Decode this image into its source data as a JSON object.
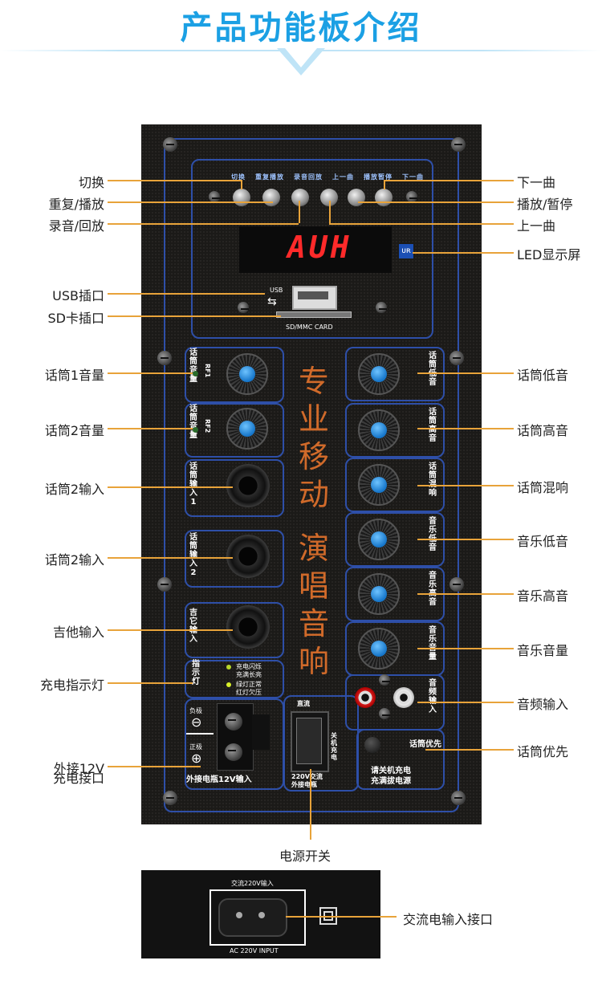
{
  "header": {
    "title": "产品功能板介绍"
  },
  "top_buttons": {
    "labels": [
      "切换",
      "重复播放",
      "录音回放",
      "上一曲",
      "播放暂停",
      "下一曲"
    ]
  },
  "display": {
    "text": "AUH",
    "badge": "ᴜʀ"
  },
  "usb": {
    "label": "USB",
    "sd_label": "SD/MMC CARD"
  },
  "mic_knobs": [
    {
      "vert": "话筒音量",
      "rf": "RF1"
    },
    {
      "vert": "话筒音量",
      "rf": "RF2"
    }
  ],
  "inputs": [
    {
      "vert": "话筒输入1"
    },
    {
      "vert": "话筒输入2"
    },
    {
      "vert": "吉它输入"
    }
  ],
  "right_knobs": [
    "话筒低音",
    "话筒高音",
    "话筒混响",
    "音乐低音",
    "音乐高音",
    "音乐音量"
  ],
  "slogan": {
    "line1": "专业移动",
    "line2": "演唱音响"
  },
  "indicator": {
    "vert": "指示灯",
    "l1": "充电闪烁",
    "l2": "充满长亮",
    "l3": "绿灯正常",
    "l4": "红灯欠压"
  },
  "terminal": {
    "neg": "负极",
    "pos": "正极",
    "label": "外接电瓶12V输入",
    "neg_sym": "⊖",
    "pos_sym": "⊕"
  },
  "power": {
    "top": "直流",
    "side": "关机充电",
    "bottom1": "220V交流",
    "bottom2": "外接电瓶"
  },
  "audio_in": {
    "vert": "音频输入"
  },
  "mic_priority": {
    "label": "话筒优先",
    "note1": "请关机充电",
    "note2": "充满拔电源"
  },
  "callouts_left": [
    "切换",
    "重复/播放",
    "录音/回放",
    "USB插口",
    "SD卡插口",
    "话筒1音量",
    "话筒2音量",
    "话筒2输入",
    "话筒2输入",
    "吉他输入",
    "充电指示灯",
    "外接12V",
    "充电接口"
  ],
  "callouts_right": [
    "下一曲",
    "播放/暂停",
    "上一曲",
    "LED显示屏",
    "话筒低音",
    "话筒高音",
    "话筒混响",
    "音乐低音",
    "音乐高音",
    "音乐音量",
    "音频输入",
    "话筒优先"
  ],
  "power_switch": {
    "label": "电源开关"
  },
  "ac": {
    "top": "交流220V输入",
    "bottom": "AC 220V INPUT",
    "callout": "交流电输入接口"
  },
  "colors": {
    "title": "#1ba0e4",
    "accent": "#e8a33a",
    "panel": "#1b1a18",
    "frame": "#2e4fa8"
  }
}
